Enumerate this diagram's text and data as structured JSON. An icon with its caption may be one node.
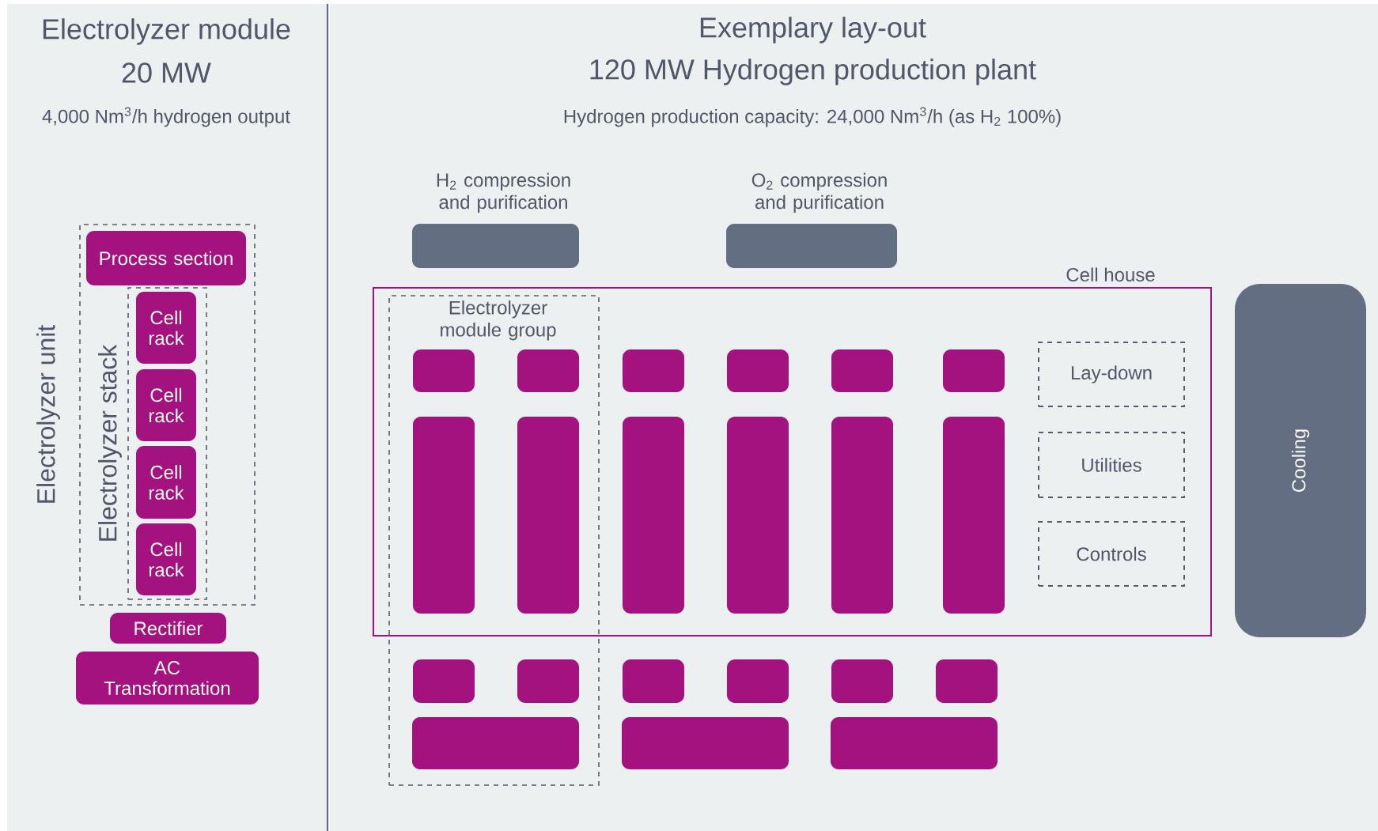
{
  "diagram": {
    "nodes": [
      {
        "text": [
          "Electrolyzer unit"
        ]
      },
      {
        "text": [
          "Process section"
        ],
        "in": 0
      },
      {
        "text": [
          "Electrolyzer stack"
        ],
        "in": 0
      },
      {
        "text": [
          "Cell rack"
        ],
        "in": 2
      },
      {
        "text": [
          "Cell rack"
        ],
        "in": 2
      },
      {
        "text": [
          "Cell rack"
        ],
        "in": 2
      },
      {
        "text": [
          "Cell rack"
        ],
        "in": 2
      },
      {
        "text": [
          "Rectifier"
        ]
      },
      {
        "text": [
          "AC Transformation"
        ]
      },
      {
        "text": [
          "H$_{2}$ compression and purification"
        ]
      },
      {
        "text": [
          "O$_{2}$ compression and purification"
        ]
      },
      {
        "text": [
          "Cell house"
        ]
      },
      {
        "text": [
          "Electrolyzer module group"
        ]
      },
      {
        "text": [],
        "shape": "box"
      },
      {
        "text": [],
        "shape": "box"
      },
      {
        "text": [],
        "shape": "box",
        "in": 11
      },
      {
        "text": [],
        "shape": "box",
        "in": 11
      },
      {
        "text": [],
        "shape": "box",
        "in": 11
      },
      {
        "text": [],
        "shape": "box",
        "in": 11
      },
      {
        "text": [],
        "shape": "box"
      },
      {
        "text": [],
        "shape": "box"
      },
      {
        "text": [],
        "shape": "box",
        "in": 11
      },
      {
        "text": [],
        "shape": "box",
        "in": 11
      },
      {
        "text": [],
        "shape": "box",
        "in": 11
      },
      {
        "text": [],
        "shape": "box",
        "in": 11
      },
      {
        "text": [
          "Lay-down"
        ],
        "in": 11
      },
      {
        "text": [
          "Utilities"
        ],
        "in": 11
      },
      {
        "text": [
          "Controls"
        ],
        "in": 11
      },
      {
        "text": [],
        "shape": "box",
        "in": 12
      },
      {
        "text": [],
        "shape": "box",
        "in": 12
      },
      {
        "text": [],
        "shape": "box"
      },
      {
        "text": [],
        "shape": "box"
      },
      {
        "text": [],
        "shape": "box"
      },
      {
        "text": [],
        "shape": "box"
      },
      {
        "text": [],
        "shape": "box",
        "in": 12
      },
      {
        "text": [],
        "shape": "box"
      },
      {
        "text": [],
        "shape": "box"
      },
      {
        "text": [
          "Cooling"
        ]
      }
    ],
    "labels": [
      "Electrolyzer module",
      "20 MW",
      "4,000 Nm$^{3}$/h hydrogen output",
      "Exemplary lay-out",
      "120 MW Hydrogen production plant",
      "Hydrogen production capacity: 24,000 Nm$^{3}$/h (as H$_{2}$ 100%)"
    ]
  }
}
